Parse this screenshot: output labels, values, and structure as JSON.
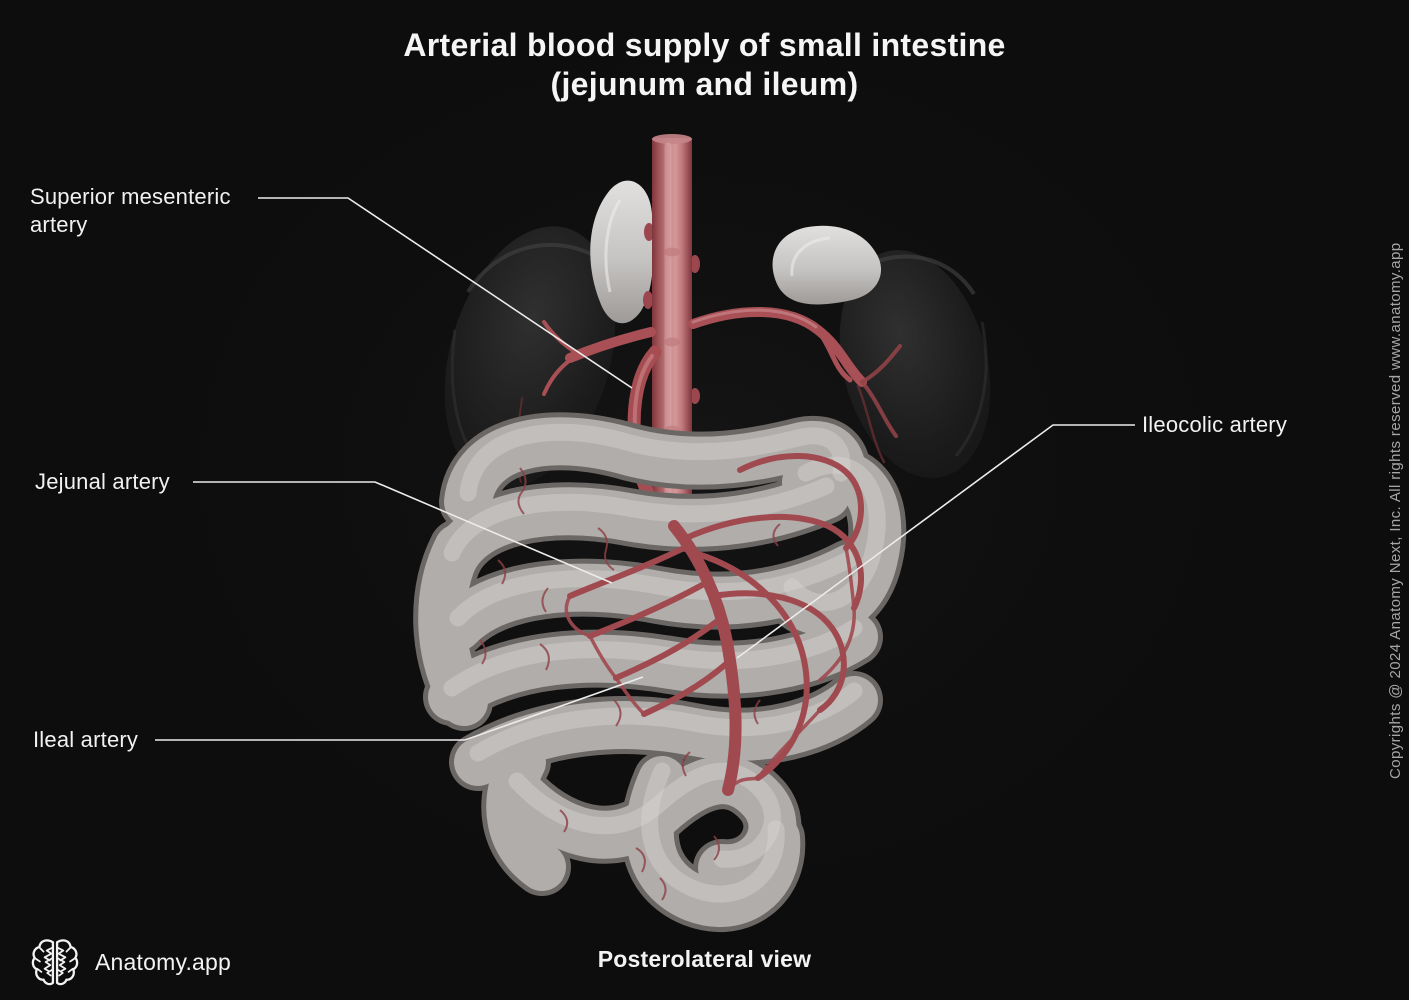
{
  "title": {
    "line1": "Arterial blood supply of small intestine",
    "line2": "(jejunum and ileum)"
  },
  "annotations": [
    {
      "id": "superior-mesenteric-artery",
      "label": "Superior mesenteric artery",
      "side": "left"
    },
    {
      "id": "jejunal-artery",
      "label": "Jejunal artery",
      "side": "left"
    },
    {
      "id": "ileal-artery",
      "label": "Ileal artery",
      "side": "left"
    },
    {
      "id": "ileocolic-artery",
      "label": "Ileocolic artery",
      "side": "right"
    }
  ],
  "footer": {
    "brand": "Anatomy.app",
    "logo_icon": "brain-icon",
    "view_caption": "Posterolateral view"
  },
  "copyright": "Copyrights @ 2024 Anatomy Next, Inc. All rights reserved www.anatomy.app",
  "colors": {
    "background": "#0d0d0d",
    "text": "#f2f2f2",
    "muted_text": "#a6a6a6",
    "leader_line": "#ececec",
    "aorta_red": "#c0787c",
    "artery_red": "#a04a50",
    "intestine_gray": "#b0adab",
    "kidney_dark": "#1b1b1b",
    "adrenal_gray": "#c6c4c2"
  }
}
